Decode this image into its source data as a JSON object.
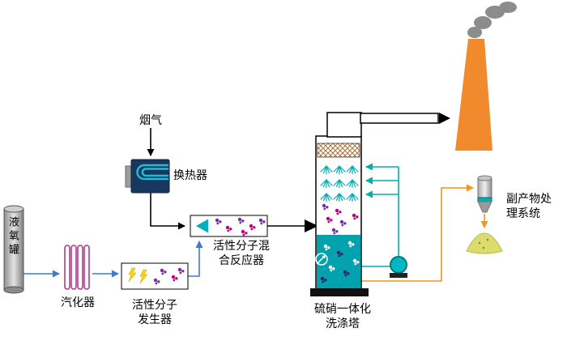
{
  "diagram": {
    "labels": {
      "tank": "液氧罐",
      "vaporizer": "汽化器",
      "generator": [
        "活性分子",
        "发生器"
      ],
      "flue_gas": "烟气",
      "heat_exchanger": "换热器",
      "mixing_reactor": [
        "活性分子混",
        "合反应器"
      ],
      "scrubber_tower": [
        "硫硝一体化",
        "洗涤塔"
      ],
      "byproduct_system": [
        "副产物处",
        "理系统"
      ]
    },
    "colors": {
      "oxygen_line": "#3D7BCC",
      "flue_gas_line": "#000000",
      "circulation_line": "#00ADAD",
      "byproduct_line": "#F7941D",
      "chimney": "#F08A2D",
      "smoke": "#8C8C8C",
      "liquid": "#00A3AD",
      "pump": "#00B8C4",
      "pile": "#DCDC6E",
      "heat_exchanger_body": "#17375E",
      "tube": "#19C1D6",
      "lightning": "#FFD400",
      "vaporizer_coil": "#B5519C",
      "molecule_purple": "#7030A0",
      "molecule_magenta": "#C00080",
      "hatch": "#A8743C"
    }
  }
}
